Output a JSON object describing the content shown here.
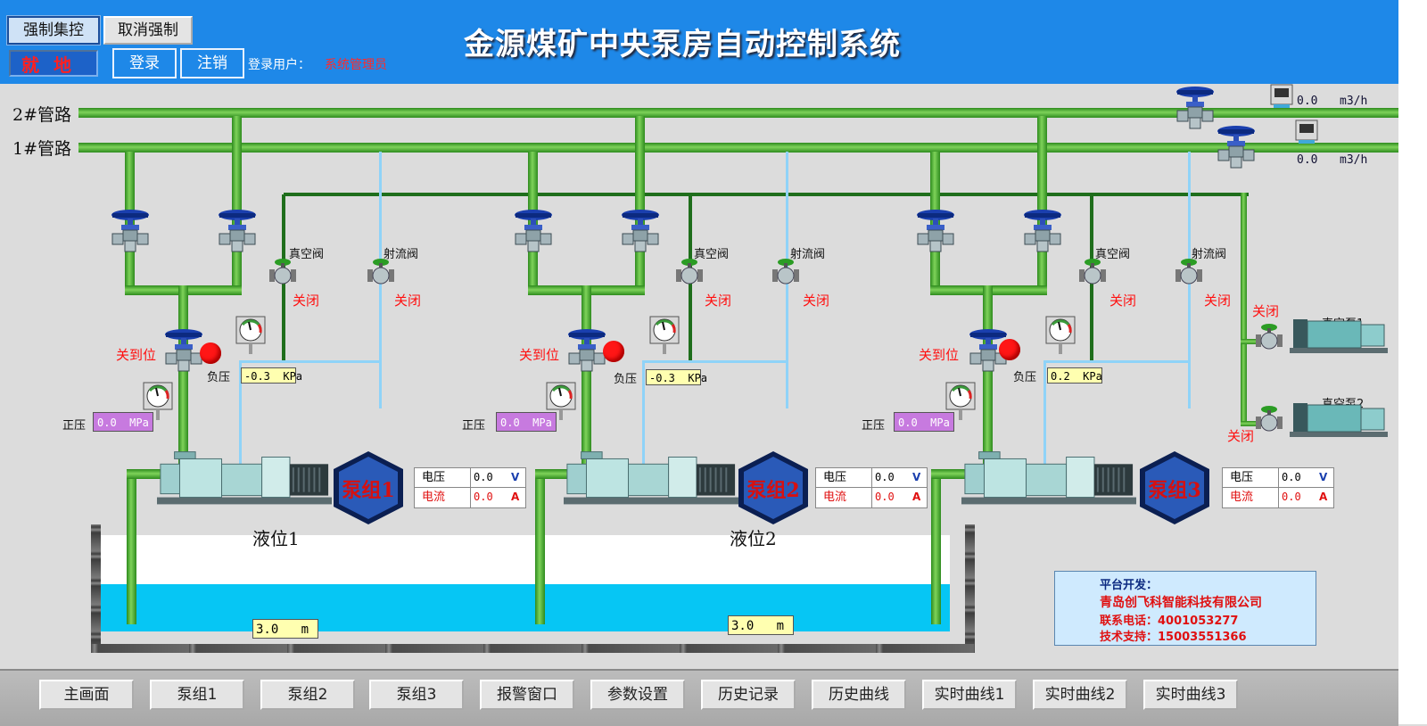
{
  "header": {
    "title": "金源煤矿中央泵房自动控制系统",
    "force_central_label": "强制集控",
    "cancel_force_label": "取消强制",
    "local_status": "就地",
    "login_label": "登录",
    "logout_label": "注销",
    "login_user_label": "登录用户：",
    "login_user_value": "系统管理员"
  },
  "pipelines": {
    "pipe2_label": "2#管路",
    "pipe1_label": "1#管路",
    "pipe2_flow": "0.0",
    "pipe1_flow": "0.0",
    "flow_unit": "m3/h"
  },
  "pump_groups": [
    {
      "name": "泵组1",
      "vacuum_valve_label": "真空阀",
      "vacuum_valve_state": "关闭",
      "jet_valve_label": "射流阀",
      "jet_valve_state": "关闭",
      "main_valve_state": "关到位",
      "negative_pressure_label": "负压",
      "negative_pressure_value": "-0.3",
      "negative_pressure_unit": "KPa",
      "positive_pressure_label": "正压",
      "positive_pressure_value": "0.0",
      "positive_pressure_unit": "MPa",
      "voltage_label": "电压",
      "voltage_value": "0.0",
      "voltage_unit": "V",
      "current_label": "电流",
      "current_value": "0.0",
      "current_unit": "A"
    },
    {
      "name": "泵组2",
      "vacuum_valve_label": "真空阀",
      "vacuum_valve_state": "关闭",
      "jet_valve_label": "射流阀",
      "jet_valve_state": "关闭",
      "main_valve_state": "关到位",
      "negative_pressure_label": "负压",
      "negative_pressure_value": "-0.3",
      "negative_pressure_unit": "KPa",
      "positive_pressure_label": "正压",
      "positive_pressure_value": "0.0",
      "positive_pressure_unit": "MPa",
      "voltage_label": "电压",
      "voltage_value": "0.0",
      "voltage_unit": "V",
      "current_label": "电流",
      "current_value": "0.0",
      "current_unit": "A"
    },
    {
      "name": "泵组3",
      "vacuum_valve_label": "真空阀",
      "vacuum_valve_state": "关闭",
      "jet_valve_label": "射流阀",
      "jet_valve_state": "关闭",
      "main_valve_state": "关到位",
      "negative_pressure_label": "负压",
      "negative_pressure_value": "0.2",
      "negative_pressure_unit": "KPa",
      "positive_pressure_label": "正压",
      "positive_pressure_value": "0.0",
      "positive_pressure_unit": "MPa",
      "voltage_label": "电压",
      "voltage_value": "0.0",
      "voltage_unit": "V",
      "current_label": "电流",
      "current_value": "0.0",
      "current_unit": "A"
    }
  ],
  "vacuum_pumps": [
    {
      "name": "真空泵1",
      "valve_state": "关闭"
    },
    {
      "name": "真空泵2",
      "valve_state": "关闭"
    }
  ],
  "tank": {
    "level1_label": "液位1",
    "level1_value": "3.0",
    "level1_unit": "m",
    "level2_label": "液位2",
    "level2_value": "3.0",
    "level2_unit": "m"
  },
  "info": {
    "title": "平台开发：",
    "company": "青岛创飞科智能科技有限公司",
    "phone": "联系电话：4001053277",
    "support": "技术支持：15003551366"
  },
  "nav": [
    "主画面",
    "泵组1",
    "泵组2",
    "泵组3",
    "报警窗口",
    "参数设置",
    "历史记录",
    "历史曲线",
    "实时曲线1",
    "实时曲线2",
    "实时曲线3"
  ],
  "colors": {
    "header": "#1e88e8",
    "pipe_green": "#5cc13a",
    "water": "#06c6f4",
    "alarm_red": "#ff1616"
  }
}
